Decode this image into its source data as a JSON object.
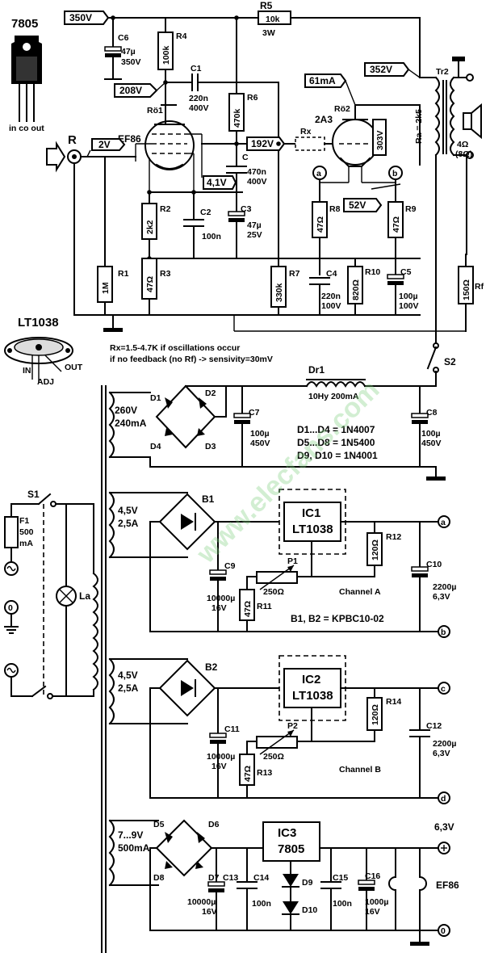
{
  "regulator_7805": {
    "title": "7805",
    "pins": "in co out"
  },
  "lt1038_pkg": {
    "title": "LT1038",
    "in": "IN",
    "adj": "ADJ",
    "out": "OUT"
  },
  "input": {
    "label": "R",
    "voltage": "2V"
  },
  "tube1": {
    "ref": "Rö1",
    "type": "EF86"
  },
  "tube2": {
    "ref": "Rö2",
    "type": "2A3"
  },
  "voltages": {
    "b350": "350V",
    "v208": "208V",
    "v192": "192V",
    "v41": "4,1V",
    "i61": "61mA",
    "v352": "352V",
    "v303": "303V",
    "v52": "52V"
  },
  "resistors": {
    "R1": {
      "ref": "R1",
      "val": "1M"
    },
    "R2": {
      "ref": "R2",
      "val": "2k2"
    },
    "R3": {
      "ref": "R3",
      "val": "47Ω"
    },
    "R4": {
      "ref": "R4",
      "val": "100k"
    },
    "R5": {
      "ref": "R5",
      "val": "10k",
      "note": "3W"
    },
    "R6": {
      "ref": "R6",
      "val": "470k"
    },
    "R7": {
      "ref": "R7",
      "val": "330k"
    },
    "R8": {
      "ref": "R8",
      "val": "47Ω"
    },
    "R9": {
      "ref": "R9",
      "val": "47Ω"
    },
    "R10": {
      "ref": "R10",
      "val": "820Ω"
    },
    "Rf": {
      "ref": "Rf",
      "val": "150Ω"
    },
    "Rx": {
      "ref": "Rx"
    }
  },
  "capacitors": {
    "C": {
      "ref": "C",
      "v1": "470n",
      "v2": "400V"
    },
    "C1": {
      "ref": "C1",
      "v1": "220n",
      "v2": "400V"
    },
    "C2": {
      "ref": "C2",
      "v1": "100n"
    },
    "C3": {
      "ref": "C3",
      "v1": "47µ",
      "v2": "25V"
    },
    "C4": {
      "ref": "C4",
      "v1": "220n",
      "v2": "100V"
    },
    "C5": {
      "ref": "C5",
      "v1": "100µ",
      "v2": "100V"
    },
    "C6": {
      "ref": "C6",
      "v1": "47µ",
      "v2": "350V"
    }
  },
  "transformer_out": {
    "ref": "Tr2",
    "ra": "Ra = 2k5",
    "spk1": "4Ω",
    "spk2": "(8Ω)"
  },
  "notes": {
    "rx": "Rx=1.5-4.7K if oscillations occur",
    "fb": "if no feedback (no Rf) -> sensivity=30mV"
  },
  "psu_hv": {
    "sec_v": "260V",
    "sec_i": "240mA",
    "choke_ref": "Dr1",
    "choke_val": "10Hy 200mA",
    "D1": "D1",
    "D2": "D2",
    "D3": "D3",
    "D4": "D4",
    "C7": {
      "ref": "C7",
      "v1": "100µ",
      "v2": "450V"
    },
    "C8": {
      "ref": "C8",
      "v1": "100µ",
      "v2": "450V"
    },
    "list1": "D1...D4 = 1N4007",
    "list2": "D5...D8 = 1N5400",
    "list3": "D9, D10 = 1N4001"
  },
  "switch2": "S2",
  "mains": {
    "s1": "S1",
    "f1": "F1",
    "f1v": "500",
    "f1u": "mA",
    "la": "La",
    "zero": "0"
  },
  "chanA": {
    "sec_v": "4,5V",
    "sec_i": "2,5A",
    "bridge": "B1",
    "ic": "IC1",
    "ic_type": "LT1038",
    "R11": {
      "ref": "R11",
      "val": "47Ω"
    },
    "R12": {
      "ref": "R12",
      "val": "120Ω"
    },
    "P1": {
      "ref": "P1",
      "val": "250Ω"
    },
    "C9": {
      "ref": "C9",
      "v1": "10000µ",
      "v2": "16V"
    },
    "C10": {
      "ref": "C10",
      "v1": "2200µ",
      "v2": "6,3V"
    },
    "name": "Channel A",
    "bridge_note": "B1, B2 = KPBC10-02",
    "out_a": "a",
    "out_b": "b"
  },
  "chanB": {
    "sec_v": "4,5V",
    "sec_i": "2,5A",
    "bridge": "B2",
    "ic": "IC2",
    "ic_type": "LT1038",
    "R13": {
      "ref": "R13",
      "val": "47Ω"
    },
    "R14": {
      "ref": "R14",
      "val": "120Ω"
    },
    "P2": {
      "ref": "P2",
      "val": "250Ω"
    },
    "C11": {
      "ref": "C11",
      "v1": "10000µ",
      "v2": "16V"
    },
    "C12": {
      "ref": "C12",
      "v1": "2200µ",
      "v2": "6,3V"
    },
    "name": "Channel B",
    "out_c": "c",
    "out_d": "d"
  },
  "heater": {
    "sec_v": "7...9V",
    "sec_i": "500mA",
    "ic": "IC3",
    "ic_type": "7805",
    "D5": "D5",
    "D6": "D6",
    "D7": "D7",
    "D8": "D8",
    "D9": "D9",
    "D10": "D10",
    "C13": {
      "ref": "C13",
      "v1": "10000µ",
      "v2": "16V"
    },
    "C14": {
      "ref": "C14",
      "v1": "100n"
    },
    "C15": {
      "ref": "C15",
      "v1": "100n"
    },
    "C16": {
      "ref": "C16",
      "v1": "1000µ",
      "v2": "16V"
    },
    "out_v": "6,3V",
    "tube": "EF86",
    "zero": "0"
  },
  "node_labels": {
    "a": "a",
    "b": "b"
  },
  "watermark": "www.elecfans.com"
}
